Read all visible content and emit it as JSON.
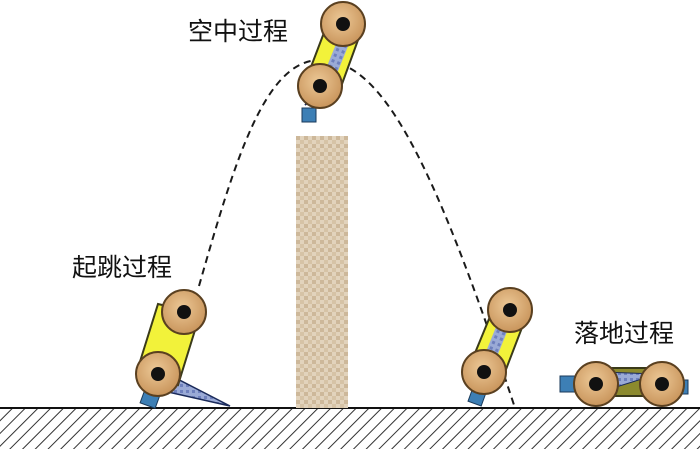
{
  "labels": {
    "air": "空中过程",
    "jump": "起跳过程",
    "land": "落地过程"
  },
  "colors": {
    "trajectory": "#1a1a1a",
    "ground_line": "#111111",
    "ground_hatch": "#333333",
    "obstacle": "#d9c7ad",
    "body_yellow": "#f2f23a",
    "body_outline": "#3a3a1a",
    "wheel_wood": "#dcb07a",
    "wheel_hub": "#111111",
    "spring_blue": "#8e9fd0",
    "foot_blue": "#3d7fb5",
    "landing_body": "#8c8a2e"
  },
  "icons": [
    "robot-jumping-icon",
    "robot-airborne-icon",
    "robot-descending-icon",
    "robot-landed-icon"
  ]
}
